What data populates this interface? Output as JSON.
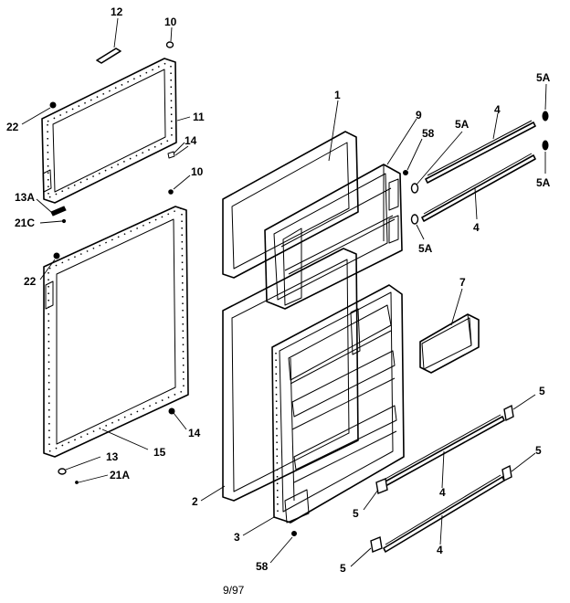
{
  "diagram": {
    "labels": {
      "l12": "12",
      "l10a": "10",
      "l11": "11",
      "l22a": "22",
      "l14a": "14",
      "l13a": "13A",
      "l21c": "21C",
      "l10b": "10",
      "l22b": "22",
      "l14b": "14",
      "l15": "15",
      "l13": "13",
      "l21a": "21A",
      "l1": "1",
      "l9": "9",
      "l58a": "58",
      "l5aTopLeft": "5A",
      "l4top": "4",
      "l5aTopRight": "5A",
      "l5aRight": "5A",
      "l5aLeft": "5A",
      "l4mid": "4",
      "l7": "7",
      "l5r1": "5",
      "l5r2": "5",
      "l2": "2",
      "l4low1": "4",
      "l5low": "5",
      "l3": "3",
      "l4low2": "4",
      "l5bot": "5",
      "l58b": "58"
    },
    "footer": "9/97"
  }
}
